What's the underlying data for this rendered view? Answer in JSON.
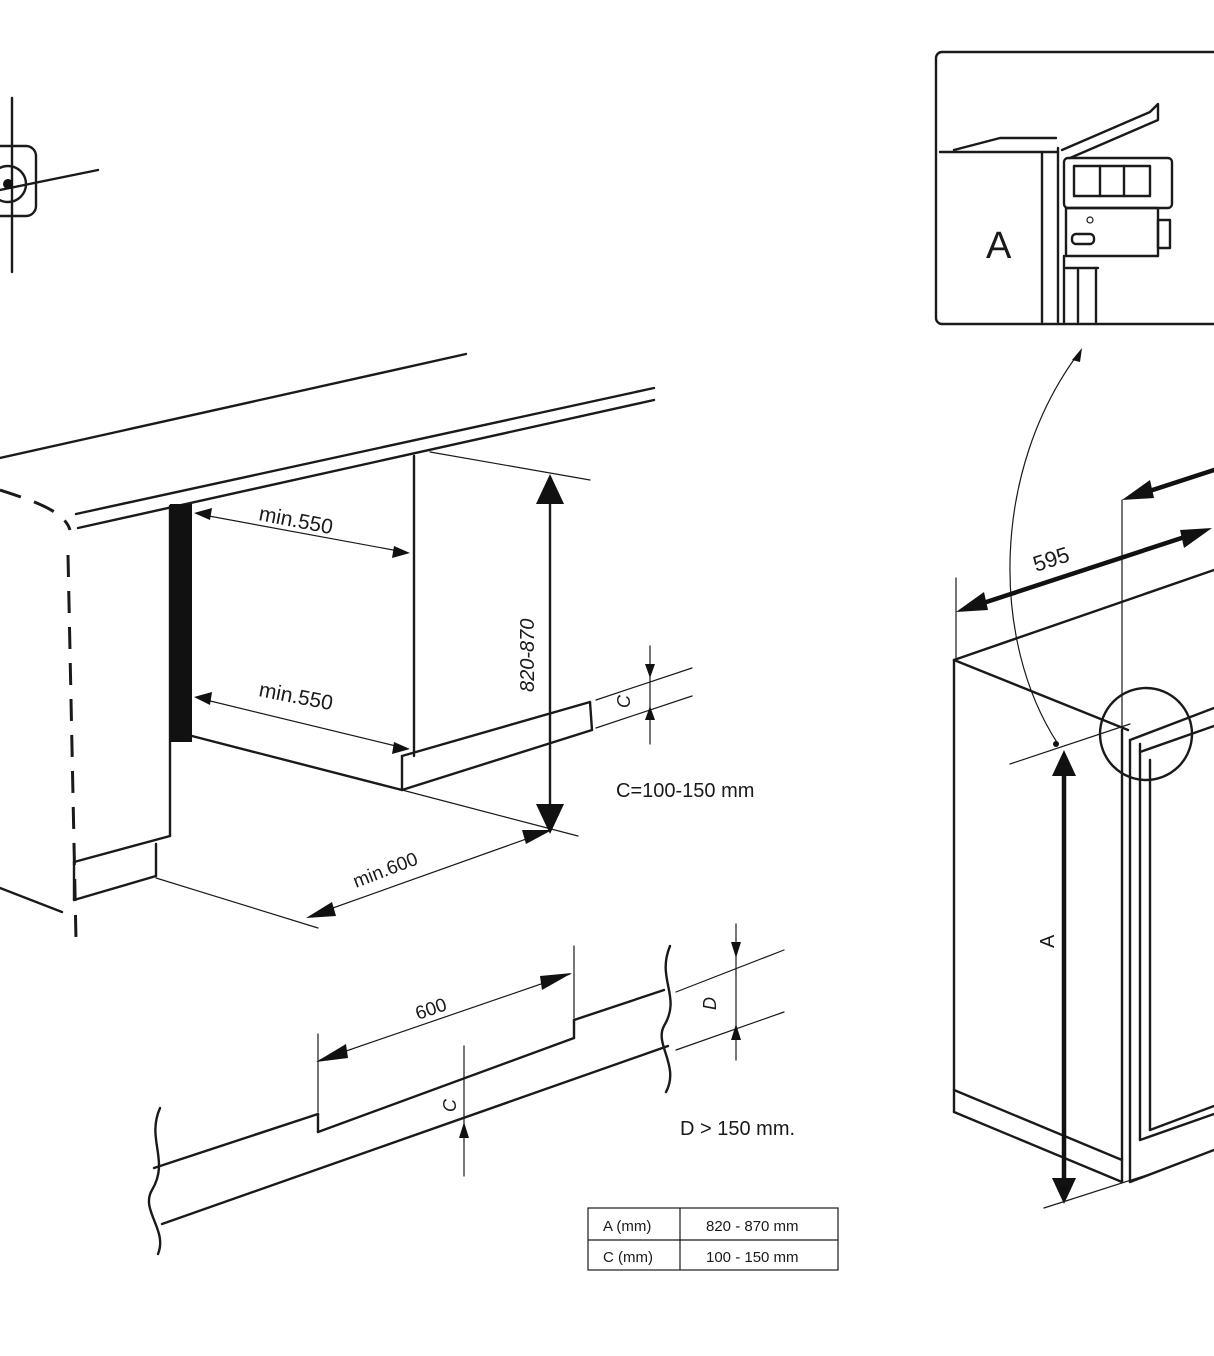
{
  "dimensions": {
    "min_550_top": "min.550",
    "min_550_bottom": "min.550",
    "height_820_870": "820-870",
    "c_mark": "C",
    "c_value": "C=100-150 mm",
    "min_600": "min.600",
    "plinth_600": "600",
    "d_mark": "D",
    "c_mark_plinth": "C",
    "d_value": "D > 150 mm.",
    "width_595": "595",
    "a_mark": "A",
    "detail_a": "A"
  },
  "spec_table": {
    "rows": [
      {
        "param": "A (mm)",
        "value": "820 - 870 mm"
      },
      {
        "param": "C (mm)",
        "value": "100 - 150 mm"
      }
    ]
  }
}
